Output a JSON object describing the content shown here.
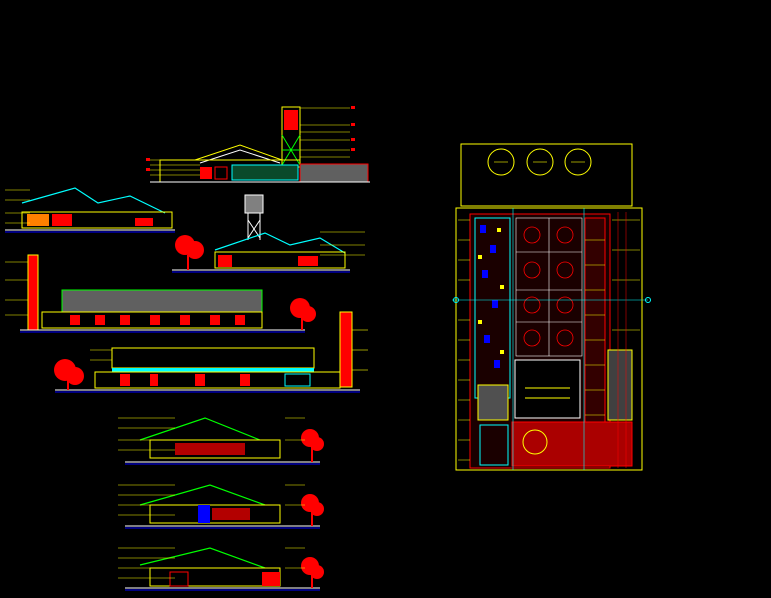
{
  "colors": {
    "background": "#000000",
    "yellow": "#ffff00",
    "red": "#ff0000",
    "cyan": "#00ffff",
    "green": "#00ff00",
    "blue": "#0000ff",
    "white": "#ffffff",
    "grey": "#808080",
    "tree": "#ff0000"
  },
  "sheet": {
    "elevations": [
      "elevation-tower-front",
      "elevation-side-left",
      "elevation-side-right",
      "elevation-long-main",
      "elevation-long-rear",
      "section-a",
      "section-b",
      "section-c"
    ],
    "plan": "floor-plan-with-tanks",
    "tank_count": 3
  }
}
